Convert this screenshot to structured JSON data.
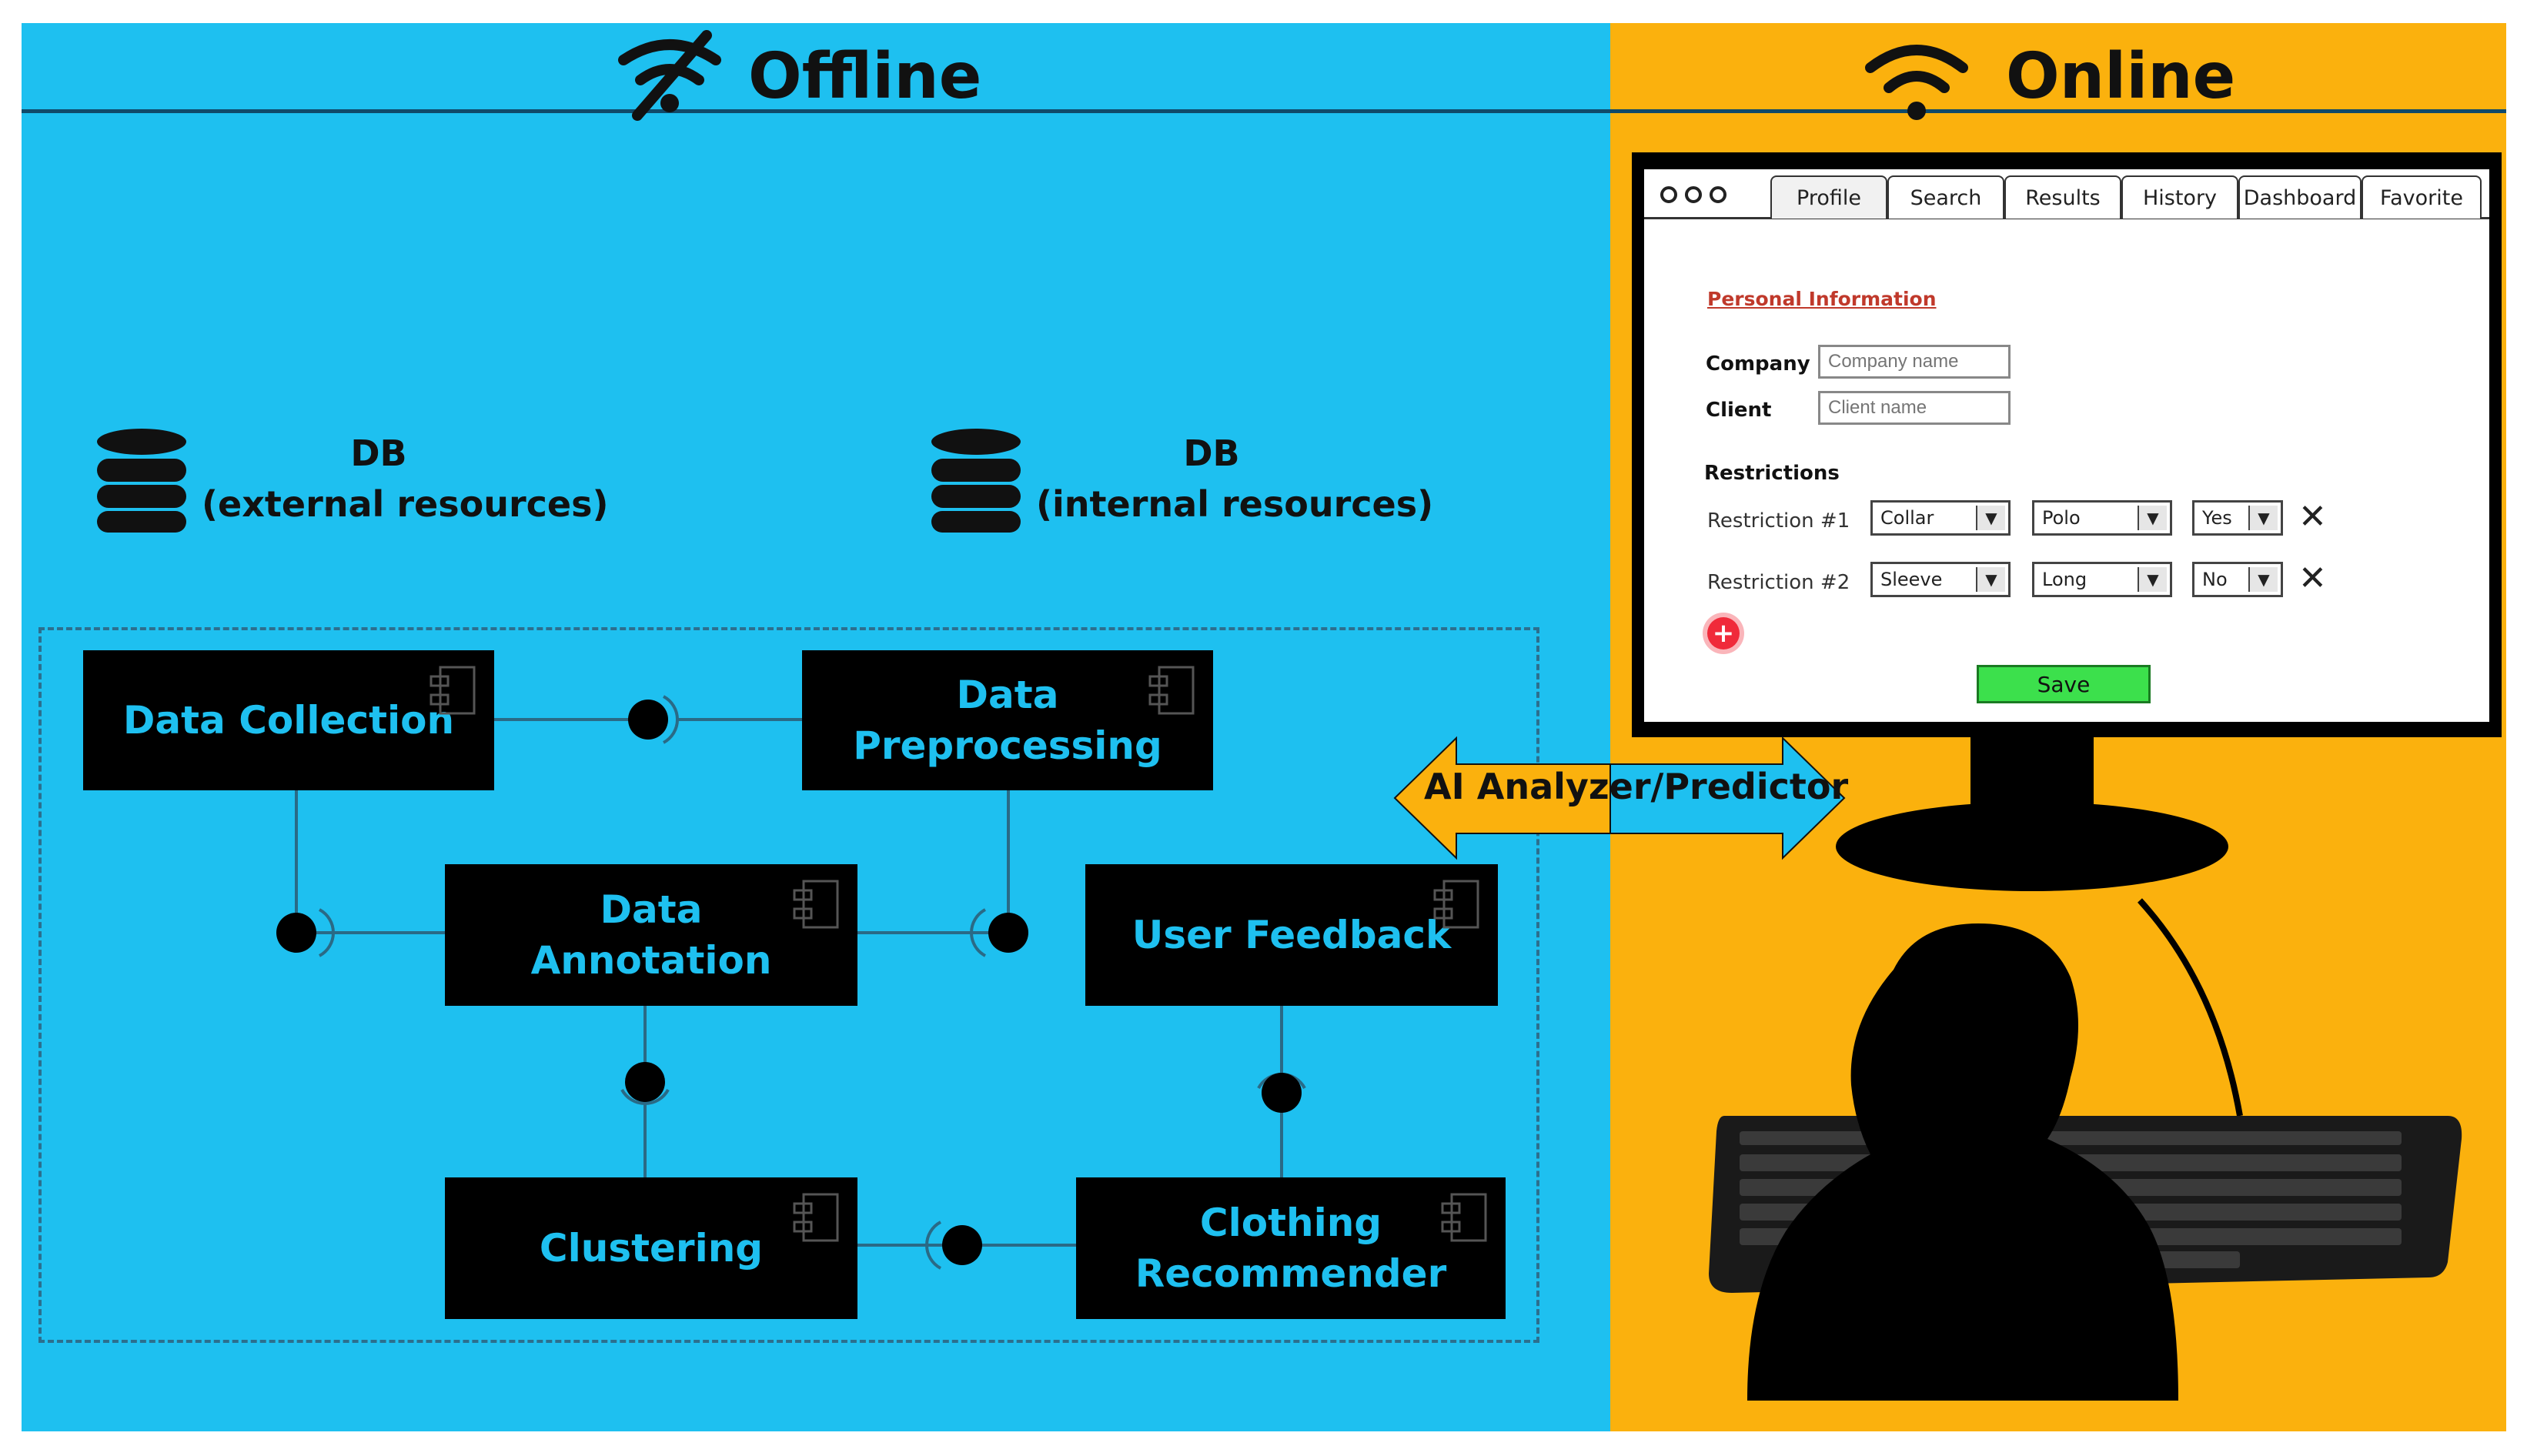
{
  "offline": {
    "title": "Offline"
  },
  "online": {
    "title": "Online"
  },
  "databases": [
    {
      "line1": "DB",
      "line2": "(external resources)"
    },
    {
      "line1": "DB",
      "line2": "(internal resources)"
    }
  ],
  "components": {
    "data_collection": "Data Collection",
    "data_preprocessing_1": "Data",
    "data_preprocessing_2": "Preprocessing",
    "data_annotation_1": "Data",
    "data_annotation_2": "Annotation",
    "user_feedback": "User Feedback",
    "clustering": "Clustering",
    "clothing_recommender_1": "Clothing",
    "clothing_recommender_2": "Recommender"
  },
  "arrow_label": "AI Analyzer/Predictor",
  "ui": {
    "tabs": [
      "Profile",
      "Search",
      "Results",
      "History",
      "Dashboard",
      "Favorite"
    ],
    "active_tab": "Profile",
    "section_title": "Personal Information",
    "company_label": "Company",
    "company_placeholder": "Company name",
    "client_label": "Client",
    "client_placeholder": "Client name",
    "restrictions_label": "Restrictions",
    "restrictions": [
      {
        "label": "Restriction #1",
        "values": [
          "Collar",
          "Polo",
          "Yes"
        ]
      },
      {
        "label": "Restriction #2",
        "values": [
          "Sleeve",
          "Long",
          "No"
        ]
      }
    ],
    "save_label": "Save",
    "add_symbol": "+"
  },
  "colors": {
    "offline_bg": "#1ec0f0",
    "online_bg": "#fbb10d",
    "component_bg": "#000000",
    "component_text": "#1ec0f0",
    "save_button": "#3ce04c",
    "add_button": "#f02a3a",
    "section_title": "#c0392b"
  }
}
